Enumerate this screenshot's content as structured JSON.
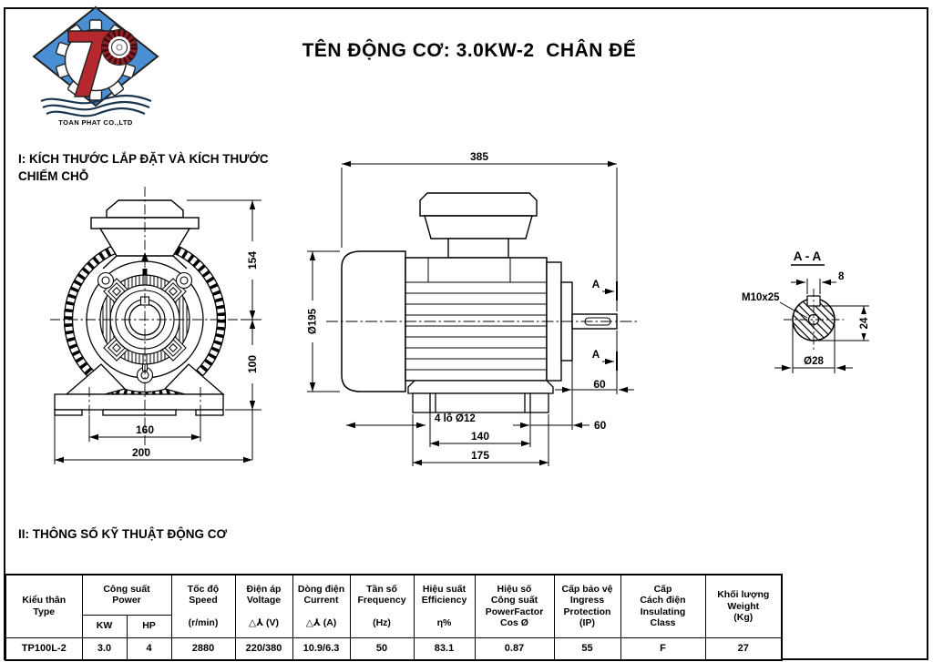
{
  "page": {
    "title": "TÊN ĐỘNG CƠ: 3.0KW-2  CHÂN ĐẾ"
  },
  "logo": {
    "company": "TOAN PHAT CO.,LTD",
    "diamond_color": "#4a8fd3",
    "accent_red": "#b5282e"
  },
  "sections": {
    "s1": [
      "I: KÍCH THƯỚC LẮP ĐẶT VÀ KÍCH THƯỚC",
      "CHIẾM CHỖ"
    ],
    "s2": "II: THÔNG SỐ KỸ THUẬT ĐỘNG CƠ"
  },
  "front_view": {
    "dim_154": "154",
    "dim_100": "100",
    "dim_160": "160",
    "dim_200": "200"
  },
  "side_view": {
    "dim_385": "385",
    "dim_d195": "Ø195",
    "dim_60_shaft": "60",
    "dim_60_foot": "60",
    "dim_holes": "4 lỗ Ø12",
    "dim_140": "140",
    "dim_175": "175",
    "label_a_top": "A",
    "label_a_bottom": "A"
  },
  "section_aa": {
    "title": "A - A",
    "label_tap": "M10x25",
    "dim_8": "8",
    "dim_24": "24",
    "dim_d28": "Ø28"
  },
  "table": {
    "headers": {
      "type": [
        "Kiểu thân",
        "Type"
      ],
      "power": [
        "Công suất",
        "Power"
      ],
      "kw": "KW",
      "hp": "HP",
      "speed": [
        "Tốc độ",
        "Speed",
        "",
        "(r/min)"
      ],
      "voltage": [
        "Điện áp",
        "Voltage",
        "",
        "△⅄ (V)"
      ],
      "current": [
        "Dòng điện",
        "Current",
        "",
        "△⅄ (A)"
      ],
      "frequency": [
        "Tần số",
        "Frequency",
        "",
        "(Hz)"
      ],
      "efficiency": [
        "Hiệu suất",
        "Efficiency",
        "",
        "η%"
      ],
      "power_factor": [
        "Hiệu số",
        "Công suất",
        "PowerFactor",
        "Cos Ø"
      ],
      "ip": [
        "Cấp bảo vệ",
        "Ingress",
        "Protection",
        "(IP)"
      ],
      "insulation": [
        "Cấp",
        "Cách điện",
        "Insulating",
        "Class"
      ],
      "weight": [
        "Khối lượng",
        "Weight",
        "(Kg)"
      ]
    },
    "row": {
      "type": "TP100L-2",
      "kw": "3.0",
      "hp": "4",
      "speed": "2880",
      "voltage": "220/380",
      "current": "10.9/6.3",
      "frequency": "50",
      "efficiency": "83.1",
      "power_factor": "0.87",
      "ip": "55",
      "insulation": "F",
      "weight": "27"
    }
  }
}
